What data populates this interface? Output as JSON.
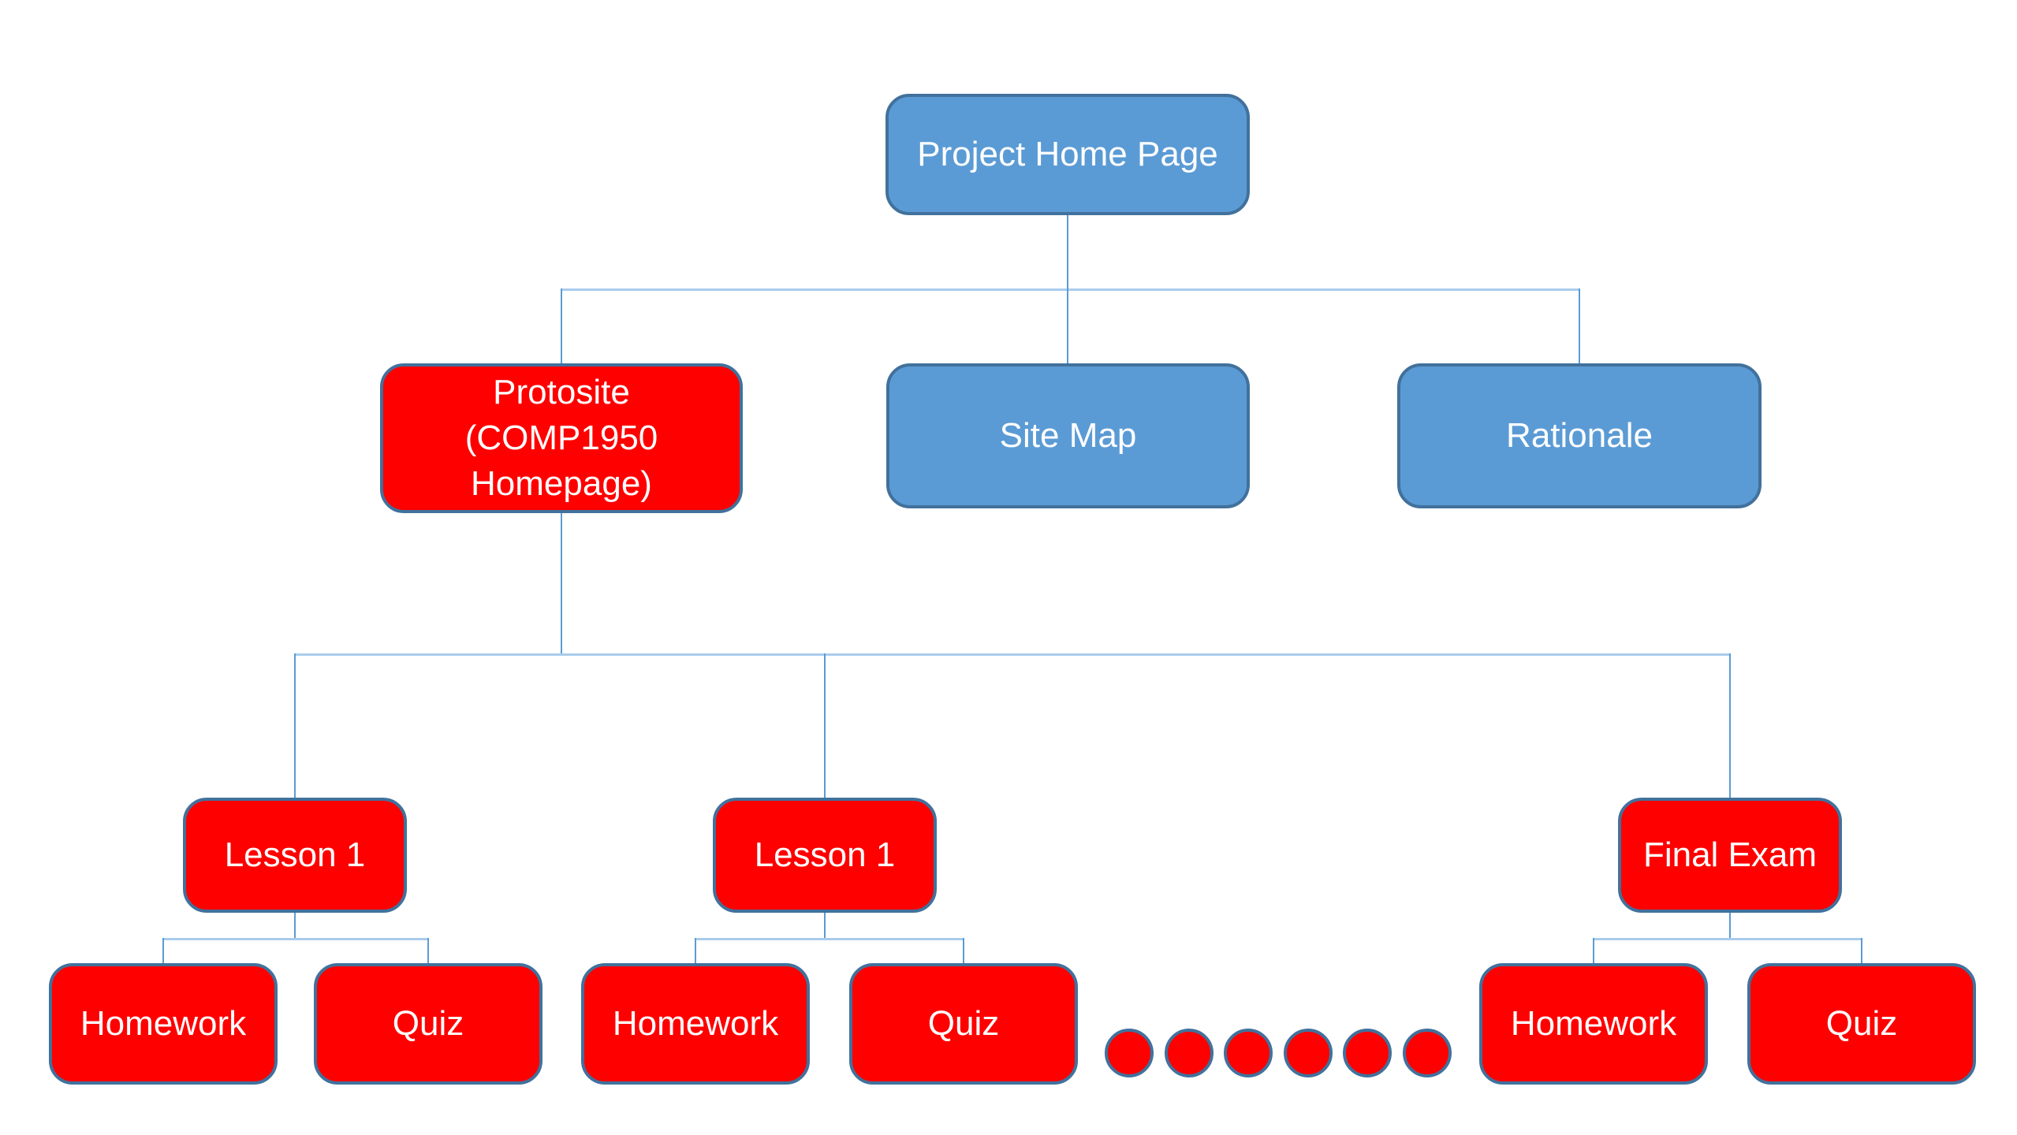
{
  "colors": {
    "node_blue": "#5B9BD5",
    "node_red": "#FF0000",
    "node_border": "#41719C",
    "connector_vertical": "#5B9BD5",
    "connector_horizontal": "#A9CCEC",
    "node_text": "#FFFFFF"
  },
  "nodes": {
    "project_home_page": {
      "label": "Project Home Page",
      "fill": "blue"
    },
    "protosite": {
      "label": "Protosite (COMP1950 Homepage)",
      "lines": [
        "Protosite",
        "(COMP1950",
        "Homepage)"
      ],
      "fill": "red"
    },
    "site_map": {
      "label": "Site Map",
      "fill": "blue"
    },
    "rationale": {
      "label": "Rationale",
      "fill": "blue"
    },
    "lesson_1_a": {
      "label": "Lesson 1",
      "fill": "red"
    },
    "lesson_1_b": {
      "label": "Lesson 1",
      "fill": "red"
    },
    "final_exam": {
      "label": "Final Exam",
      "fill": "red"
    },
    "homework_a": {
      "label": "Homework",
      "fill": "red"
    },
    "quiz_a": {
      "label": "Quiz",
      "fill": "red"
    },
    "homework_b": {
      "label": "Homework",
      "fill": "red"
    },
    "quiz_b": {
      "label": "Quiz",
      "fill": "red"
    },
    "homework_c": {
      "label": "Homework",
      "fill": "red"
    },
    "quiz_c": {
      "label": "Quiz",
      "fill": "red"
    }
  },
  "ellipsis": {
    "count": 6
  }
}
